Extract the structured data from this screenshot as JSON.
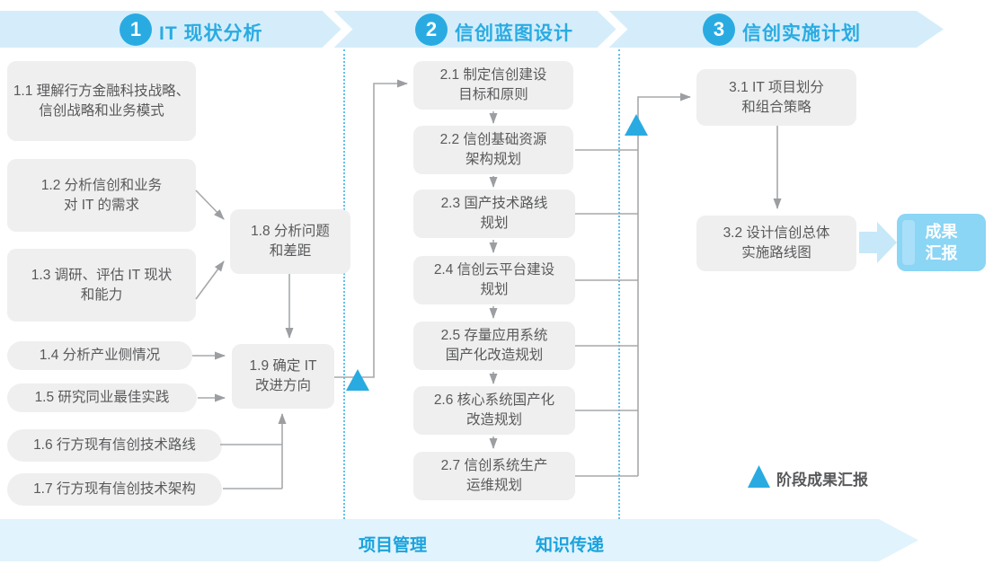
{
  "colors": {
    "accent_blue": "#29abe2",
    "band_bg": "#d5edfa",
    "footer_bg": "#e1f3fc",
    "box_bg": "#efefef",
    "box_text": "#58595b",
    "connector": "#a6a8ab",
    "result_bg": "#8bd5f5"
  },
  "phases": [
    {
      "number": "1",
      "title": "IT 现状分析"
    },
    {
      "number": "2",
      "title": "信创蓝图设计"
    },
    {
      "number": "3",
      "title": "信创实施计划"
    }
  ],
  "boxes": {
    "b11": "1.1 理解行方金融科技战略、\n信创战略和业务模式",
    "b12": "1.2 分析信创和业务\n对 IT 的需求",
    "b13": "1.3 调研、评估 IT 现状\n和能力",
    "b14": "1.4 分析产业侧情况",
    "b15": "1.5 研究同业最佳实践",
    "b16": "1.6 行方现有信创技术路线",
    "b17": "1.7 行方现有信创技术架构",
    "b18": "1.8 分析问题\n和差距",
    "b19": "1.9 确定 IT\n改进方向",
    "b21": "2.1 制定信创建设\n目标和原则",
    "b22": "2.2 信创基础资源\n架构规划",
    "b23": "2.3 国产技术路线\n规划",
    "b24": "2.4 信创云平台建设\n规划",
    "b25": "2.5 存量应用系统\n国产化改造规划",
    "b26": "2.6 核心系统国产化\n改造规划",
    "b27": "2.7 信创系统生产\n运维规划",
    "b31": "3.1 IT 项目划分\n和组合策略",
    "b32": "3.2 设计信创总体\n实施路线图"
  },
  "result_box": {
    "label": "成果\n汇报"
  },
  "legend": {
    "label": "阶段成果汇报"
  },
  "footer": {
    "items": [
      "项目管理",
      "知识传递"
    ]
  }
}
